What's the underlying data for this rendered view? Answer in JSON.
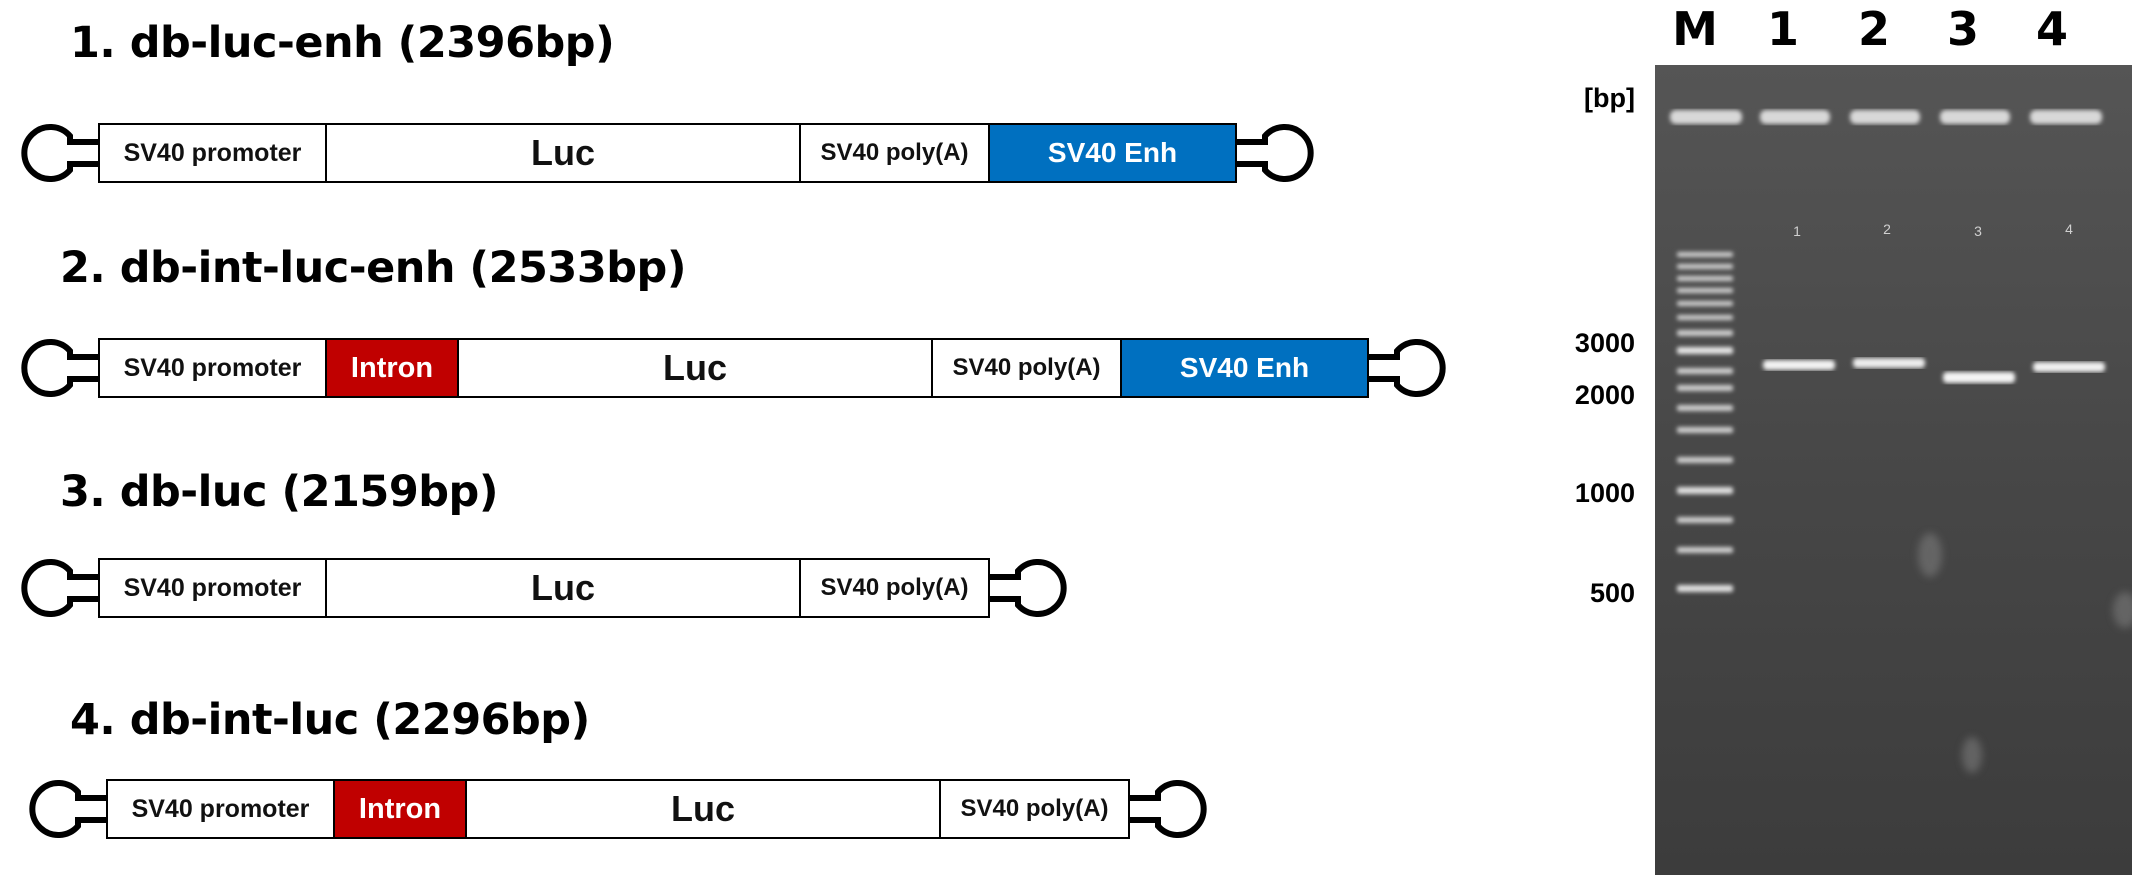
{
  "colors": {
    "intron": "#c00000",
    "enhancer": "#0070c0",
    "gel_background": "#4a4a4a",
    "band": "#f0f0f0"
  },
  "constructs": [
    {
      "title": "1. db-luc-enh (2396bp)",
      "segments": [
        {
          "kind": "promoter",
          "label": "SV40 promoter"
        },
        {
          "kind": "luc",
          "label": "Luc"
        },
        {
          "kind": "polya",
          "label": "SV40 poly(A)"
        },
        {
          "kind": "enh",
          "label": "SV40 Enh"
        }
      ]
    },
    {
      "title": "2. db-int-luc-enh (2533bp)",
      "segments": [
        {
          "kind": "promoter",
          "label": "SV40 promoter"
        },
        {
          "kind": "intron",
          "label": "Intron"
        },
        {
          "kind": "luc",
          "label": "Luc"
        },
        {
          "kind": "polya",
          "label": "SV40 poly(A)"
        },
        {
          "kind": "enh",
          "label": "SV40 Enh"
        }
      ]
    },
    {
      "title": "3. db-luc (2159bp)",
      "segments": [
        {
          "kind": "promoter",
          "label": "SV40 promoter"
        },
        {
          "kind": "luc",
          "label": "Luc"
        },
        {
          "kind": "polya",
          "label": "SV40 poly(A)"
        }
      ]
    },
    {
      "title": "4. db-int-luc (2296bp)",
      "segments": [
        {
          "kind": "promoter",
          "label": "SV40 promoter"
        },
        {
          "kind": "intron",
          "label": "Intron"
        },
        {
          "kind": "luc",
          "label": "Luc"
        },
        {
          "kind": "polya",
          "label": "SV40 poly(A)"
        }
      ]
    }
  ],
  "gel": {
    "lane_headers": [
      "M",
      "1",
      "2",
      "3",
      "4"
    ],
    "unit_label": "[bp]",
    "size_markers": [
      "3000",
      "2000",
      "1000",
      "500"
    ],
    "lane_well_labels": [
      "1",
      "2",
      "3",
      "4"
    ]
  }
}
